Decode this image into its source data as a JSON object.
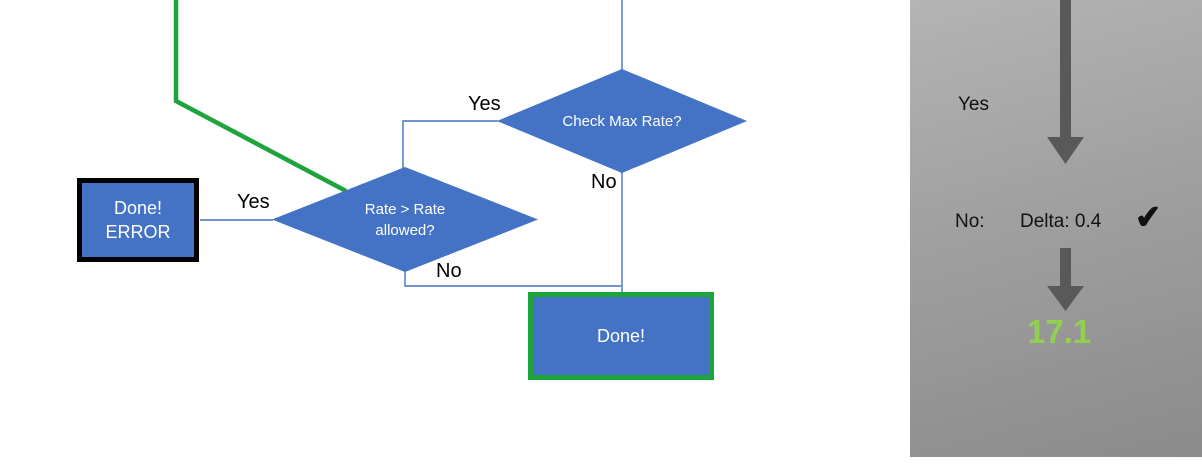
{
  "flowchart": {
    "diamond_check_max": {
      "label": "Check Max Rate?"
    },
    "diamond_rate_allowed": {
      "label": "Rate > Rate allowed?"
    },
    "box_error": {
      "line1": "Done!",
      "line2": "ERROR"
    },
    "box_done": {
      "label": "Done!"
    },
    "labels": {
      "check_max_yes": "Yes",
      "check_max_no": "No",
      "rate_allowed_yes": "Yes",
      "rate_allowed_no": "No"
    },
    "colors": {
      "shape_fill": "#4472C4",
      "connector_blue": "#4472C4",
      "accent_green": "#1EA43C",
      "error_border": "#000000"
    }
  },
  "side_panel": {
    "yes_label": "Yes",
    "no_label": "No:",
    "delta_label": "Delta: 0.4",
    "checkmark": "✔",
    "result_value": "17.1",
    "colors": {
      "arrow_gray": "#595959",
      "result_green": "#92D050"
    }
  }
}
